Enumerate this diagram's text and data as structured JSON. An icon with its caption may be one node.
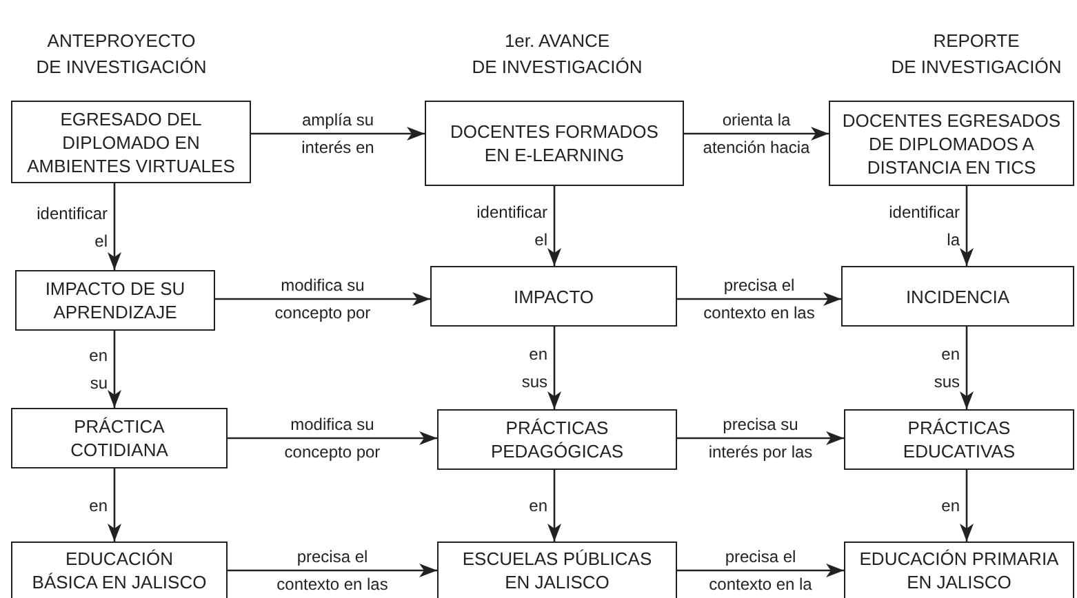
{
  "diagram": {
    "nodes": [
      {
        "text": [
          "EGRESADO DEL DIPLOMADO EN AMBIENTES VIRTUALES"
        ]
      },
      {
        "text": [
          "DOCENTES FORMADOS EN E-LEARNING"
        ]
      },
      {
        "text": [
          "DOCENTES EGRESADOS DE DIPLOMADOS A DISTANCIA EN TICS"
        ]
      },
      {
        "text": [
          "IMPACTO DE SU APRENDIZAJE"
        ]
      },
      {
        "text": [
          "IMPACTO"
        ]
      },
      {
        "text": [
          "INCIDENCIA"
        ]
      },
      {
        "text": [
          "PRÁCTICA COTIDIANA"
        ]
      },
      {
        "text": [
          "PRÁCTICAS PEDAGÓGICAS"
        ]
      },
      {
        "text": [
          "PRÁCTICAS EDUCATIVAS"
        ]
      },
      {
        "text": [
          "EDUCACIÓN BÁSICA EN JALISCO"
        ]
      },
      {
        "text": [
          "ESCUELAS PÚBLICAS EN JALISCO"
        ]
      },
      {
        "text": [
          "EDUCACIÓN PRIMARIA EN JALISCO"
        ]
      }
    ],
    "edges": [
      {
        "from": 0,
        "to": 1,
        "arrow": "to",
        "label": "amplía su interés en"
      },
      {
        "from": 1,
        "to": 2,
        "arrow": "to",
        "label": "orienta la atención hacia"
      },
      {
        "from": 0,
        "to": 3,
        "arrow": "to",
        "label": "identificar el"
      },
      {
        "from": 1,
        "to": 4,
        "arrow": "to",
        "label": "identificar el"
      },
      {
        "from": 2,
        "to": 5,
        "arrow": "to",
        "label": "identificar la"
      },
      {
        "from": 3,
        "to": 4,
        "arrow": "to",
        "label": "modifica su concepto por"
      },
      {
        "from": 4,
        "to": 5,
        "arrow": "to",
        "label": "precisa el contexto en las"
      },
      {
        "from": 3,
        "to": 6,
        "arrow": "to",
        "label": "en su"
      },
      {
        "from": 4,
        "to": 7,
        "arrow": "to",
        "label": "en sus"
      },
      {
        "from": 5,
        "to": 8,
        "arrow": "to",
        "label": "en sus"
      },
      {
        "from": 6,
        "to": 7,
        "arrow": "to",
        "label": "modifica su concepto por"
      },
      {
        "from": 7,
        "to": 8,
        "arrow": "to",
        "label": "precisa su interés por las"
      },
      {
        "from": 6,
        "to": 9,
        "arrow": "to",
        "label": "en"
      },
      {
        "from": 7,
        "to": 10,
        "arrow": "to",
        "label": "en"
      },
      {
        "from": 8,
        "to": 11,
        "arrow": "to",
        "label": "en"
      },
      {
        "from": 9,
        "to": 10,
        "arrow": "to",
        "label": "precisa el contexto en las"
      },
      {
        "from": 10,
        "to": 11,
        "arrow": "to",
        "label": "precisa el contexto en la"
      }
    ],
    "labels": [
      "ANTEPROYECTO DE INVESTIGACIÓN",
      "1er. AVANCE DE INVESTIGACIÓN",
      "REPORTE DE INVESTIGACIÓN"
    ]
  }
}
